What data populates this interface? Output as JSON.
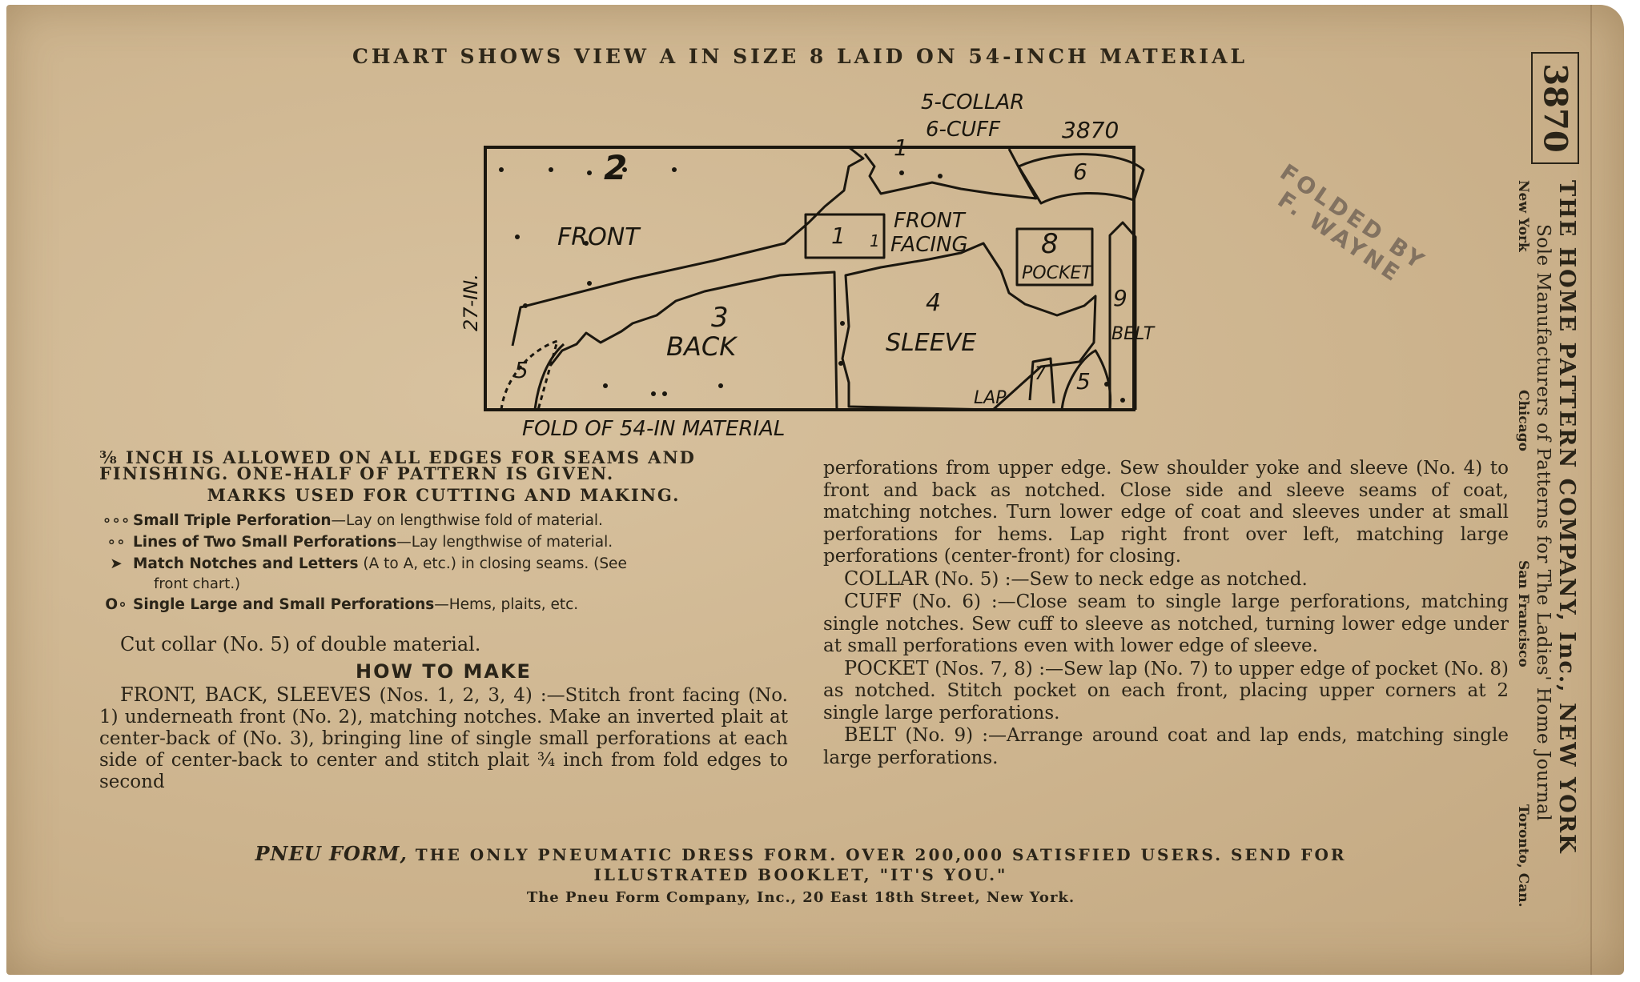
{
  "chart_title": "CHART SHOWS VIEW A IN SIZE 8 LAID ON 54-INCH MATERIAL",
  "diagram": {
    "top_labels": [
      "5-COLLAR",
      "6-CUFF",
      "3870"
    ],
    "pieces": {
      "front_num": "2",
      "front": "FRONT",
      "facing_num_a": "1",
      "facing_num_b": "1",
      "front_facing_1": "FRONT",
      "front_facing_2": "FACING",
      "cuff_num": "6",
      "pocket_num": "8",
      "pocket": "POCKET",
      "back_num": "3",
      "back": "BACK",
      "sleeve_num": "4",
      "sleeve": "SLEEVE",
      "belt_num": "9",
      "belt": "BELT",
      "collar_num_a": "5",
      "collar_num_b": "5",
      "lap_num": "7",
      "lap": "LAP"
    },
    "side_label": "27-IN.",
    "bottom_label": "FOLD   OF   54-IN   MATERIAL"
  },
  "instructions": {
    "allowance": "⅜ INCH IS ALLOWED ON ALL EDGES FOR SEAMS AND FINISHING. ONE-HALF OF PATTERN IS GIVEN.",
    "marks_title": "MARKS USED FOR CUTTING AND MAKING.",
    "marks": [
      {
        "symbol": "∘∘∘",
        "label": "Small Triple Perforation",
        "desc": "—Lay on lengthwise fold of material."
      },
      {
        "symbol": "∘∘",
        "label": "Lines of Two Small Perforations",
        "desc": "—Lay lengthwise of material."
      },
      {
        "symbol": "➤",
        "label": "Match Notches and Letters",
        "desc": " (A to A, etc.) in closing seams.  (See"
      },
      {
        "symbol": "O∘",
        "label": "Single Large and Small Perforations",
        "desc": "—Hems, plaits, etc."
      }
    ],
    "marks_sub": "front chart.)",
    "collar_note": "Cut collar (No. 5) of double material.",
    "how_title": "HOW TO MAKE",
    "front_back_lead": "FRONT, BACK, SLEEVES",
    "front_back_text": " (Nos. 1, 2, 3, 4) :—Stitch front facing (No. 1) underneath front (No. 2), matching notches. Make an inverted plait at center-back of (No. 3), bringing line of single small perforations at each side of center-back to center and stitch plait ¾ inch from fold edges to second",
    "continued": "perforations from upper edge. Sew shoulder yoke and sleeve (No. 4) to front and back as notched. Close side and sleeve seams of coat, matching notches. Turn lower edge of coat and sleeves under at small perforations for hems. Lap right front over left, matching large perforations (center-front) for closing.",
    "collar_lead": "COLLAR",
    "collar_text": " (No. 5) :—Sew to neck edge as notched.",
    "cuff_lead": "CUFF",
    "cuff_text": " (No. 6) :—Close seam to single large perforations, matching single notches. Sew cuff to sleeve as notched, turning lower edge under at small perforations even with lower edge of sleeve.",
    "pocket_lead": "POCKET",
    "pocket_text": " (Nos. 7, 8) :—Sew lap (No. 7) to upper edge of pocket (No. 8) as notched. Stitch pocket on each front, placing upper corners at 2 single large perforations.",
    "belt_lead": "BELT",
    "belt_text": " (No. 9) :—Arrange around coat and lap ends, matching single large perforations."
  },
  "footer": {
    "brand": "PNEU FORM,",
    "line1": " THE ONLY PNEUMATIC DRESS FORM.  OVER 200,000 SATISFIED USERS.  SEND FOR",
    "line2": "ILLUSTRATED BOOKLET, \"IT'S YOU.\"",
    "line3": "The Pneu Form Company, Inc., 20 East 18th Street, New York."
  },
  "side": {
    "number": "3870",
    "company": "THE HOME PATTERN COMPANY, Inc., NEW YORK",
    "sole": "Sole Manufacturers of Patterns for The Ladies' Home Journal",
    "cities": [
      "New York",
      "Chicago",
      "San Francisco",
      "Toronto, Can."
    ]
  },
  "stamp": {
    "line1": "FOLDED BY",
    "line2": "F. WAYNE"
  }
}
